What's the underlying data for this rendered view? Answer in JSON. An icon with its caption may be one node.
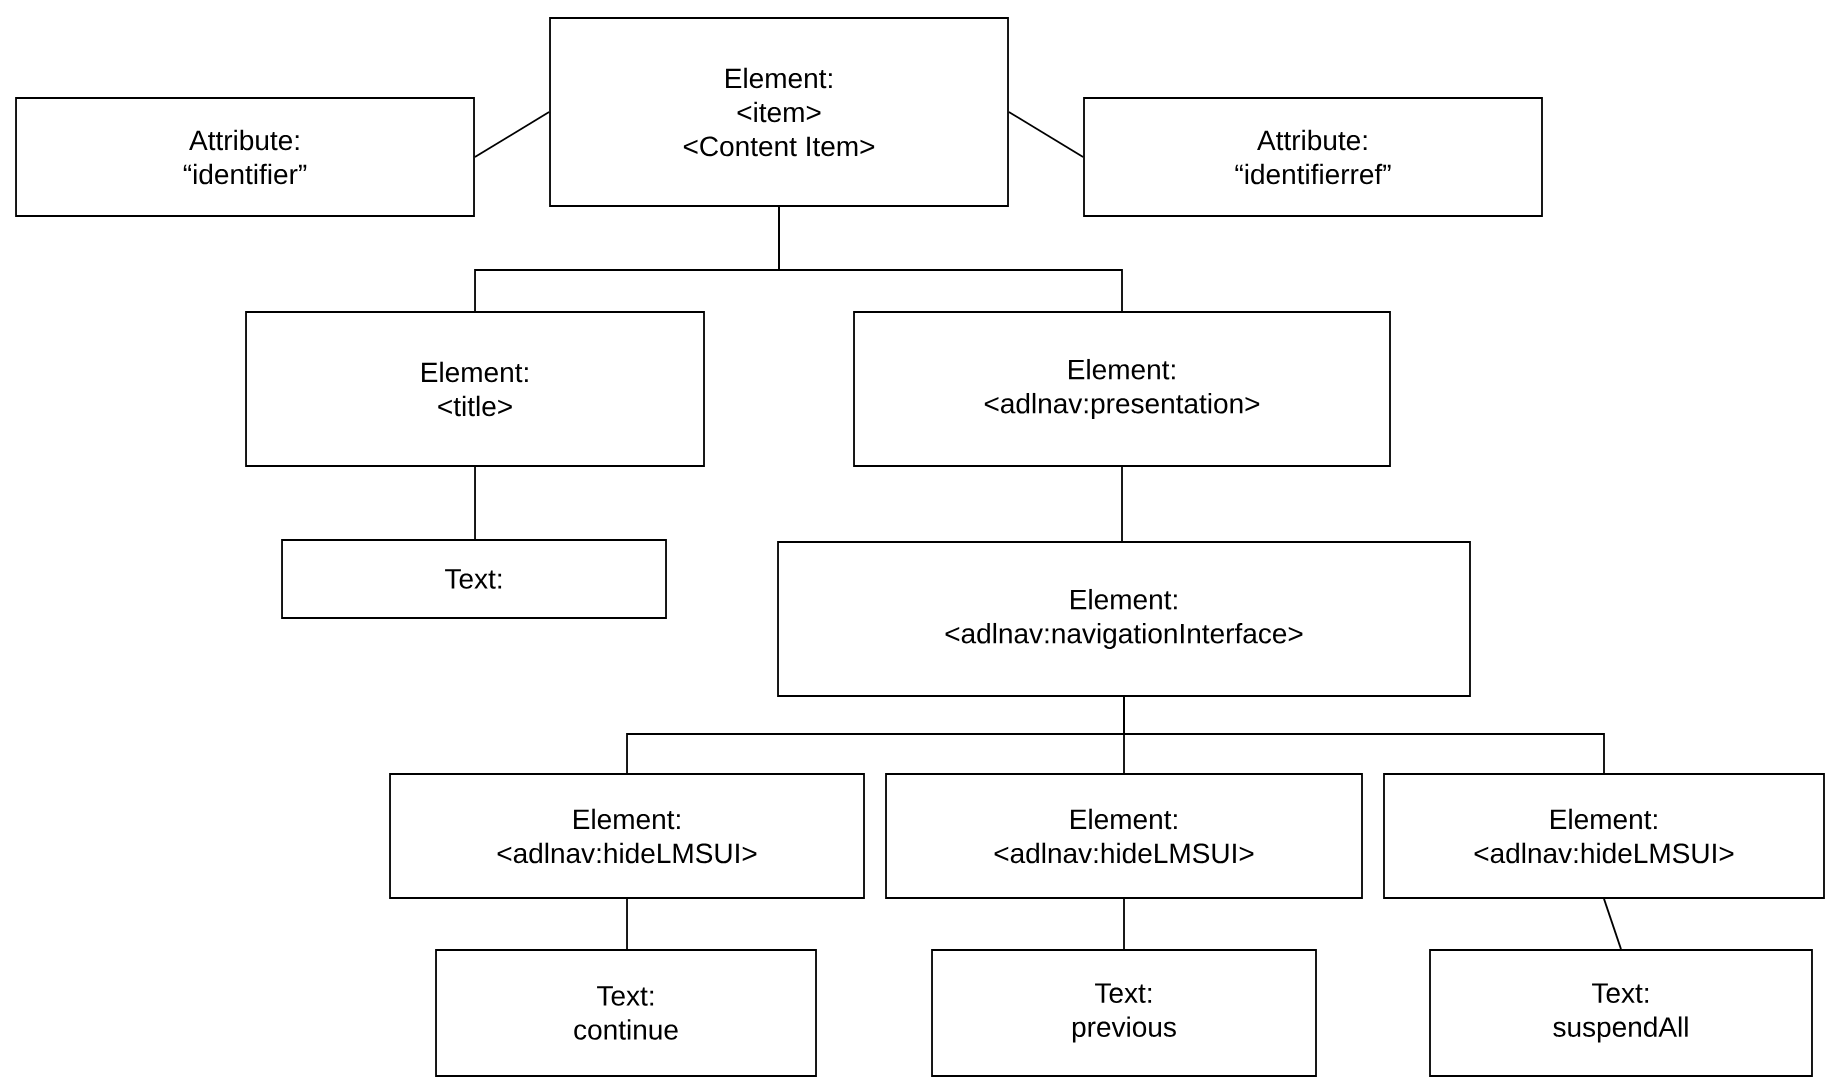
{
  "diagram": {
    "nodes": [
      {
        "text": [
          "Element:",
          "<item>",
          "<Content Item>"
        ]
      },
      {
        "text": [
          "Attribute:",
          "“identifier”"
        ]
      },
      {
        "text": [
          "Attribute:",
          "“identifierref”"
        ]
      },
      {
        "text": [
          "Element:",
          "<title>"
        ]
      },
      {
        "text": [
          "Element:",
          "<adlnav:presentation>"
        ]
      },
      {
        "text": [
          "Text:"
        ]
      },
      {
        "text": [
          "Element:",
          "<adlnav:navigationInterface>"
        ]
      },
      {
        "text": [
          "Element:",
          "<adlnav:hideLMSUI>"
        ]
      },
      {
        "text": [
          "Element:",
          "<adlnav:hideLMSUI>"
        ]
      },
      {
        "text": [
          "Element:",
          "<adlnav:hideLMSUI>"
        ]
      },
      {
        "text": [
          "Text:",
          "continue"
        ]
      },
      {
        "text": [
          "Text:",
          "previous"
        ]
      },
      {
        "text": [
          "Text:",
          "suspendAll"
        ]
      }
    ],
    "edges": [
      {
        "from": 0,
        "to": 1,
        "arrow": "none"
      },
      {
        "from": 0,
        "to": 2,
        "arrow": "none"
      },
      {
        "from": 0,
        "to": 3,
        "arrow": "none"
      },
      {
        "from": 0,
        "to": 4,
        "arrow": "none"
      },
      {
        "from": 3,
        "to": 5,
        "arrow": "none"
      },
      {
        "from": 4,
        "to": 6,
        "arrow": "none"
      },
      {
        "from": 6,
        "to": 7,
        "arrow": "none"
      },
      {
        "from": 6,
        "to": 8,
        "arrow": "none"
      },
      {
        "from": 6,
        "to": 9,
        "arrow": "none"
      },
      {
        "from": 7,
        "to": 10,
        "arrow": "none"
      },
      {
        "from": 8,
        "to": 11,
        "arrow": "none"
      },
      {
        "from": 9,
        "to": 12,
        "arrow": "none"
      }
    ]
  }
}
